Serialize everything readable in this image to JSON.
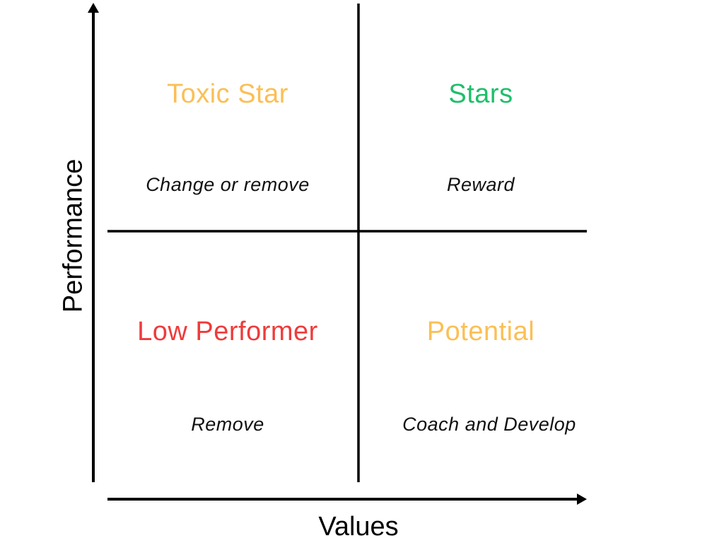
{
  "diagram": {
    "type": "2x2 matrix",
    "axes": {
      "x_label": "Values",
      "y_label": "Performance"
    },
    "quadrants": {
      "top_left": {
        "title": "Toxic Star",
        "action": "Change or remove",
        "color": "#fbbf55"
      },
      "top_right": {
        "title": "Stars",
        "action": "Reward",
        "color": "#1dbf6b"
      },
      "bottom_left": {
        "title": "Low Performer",
        "action": "Remove",
        "color": "#ef3b3b"
      },
      "bottom_right": {
        "title": "Potential",
        "action": "Coach and Develop",
        "color": "#fbbf55"
      }
    }
  }
}
